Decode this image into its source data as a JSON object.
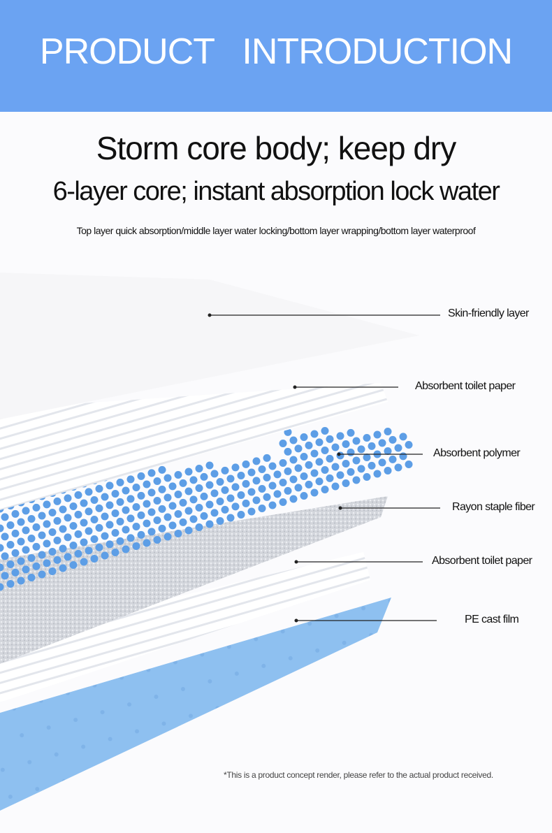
{
  "header": {
    "title": "PRODUCT   INTRODUCTION"
  },
  "headline": "Storm core body; keep dry",
  "subheadline": "6-layer core; instant absorption lock water",
  "description": "Top layer quick absorption/middle layer water locking/bottom layer wrapping/bottom layer waterproof",
  "layers": [
    {
      "label": "Skin-friendly layer"
    },
    {
      "label": "Absorbent toilet paper"
    },
    {
      "label": "Absorbent polymer"
    },
    {
      "label": "Rayon staple fiber"
    },
    {
      "label": "Absorbent toilet paper"
    },
    {
      "label": "PE cast film"
    }
  ],
  "disclaimer": "*This is a product concept render, please refer to the actual product received.",
  "colors": {
    "header": "#6ba3f2",
    "bead": "#5d9ee6",
    "film": "#8ec0f0"
  }
}
